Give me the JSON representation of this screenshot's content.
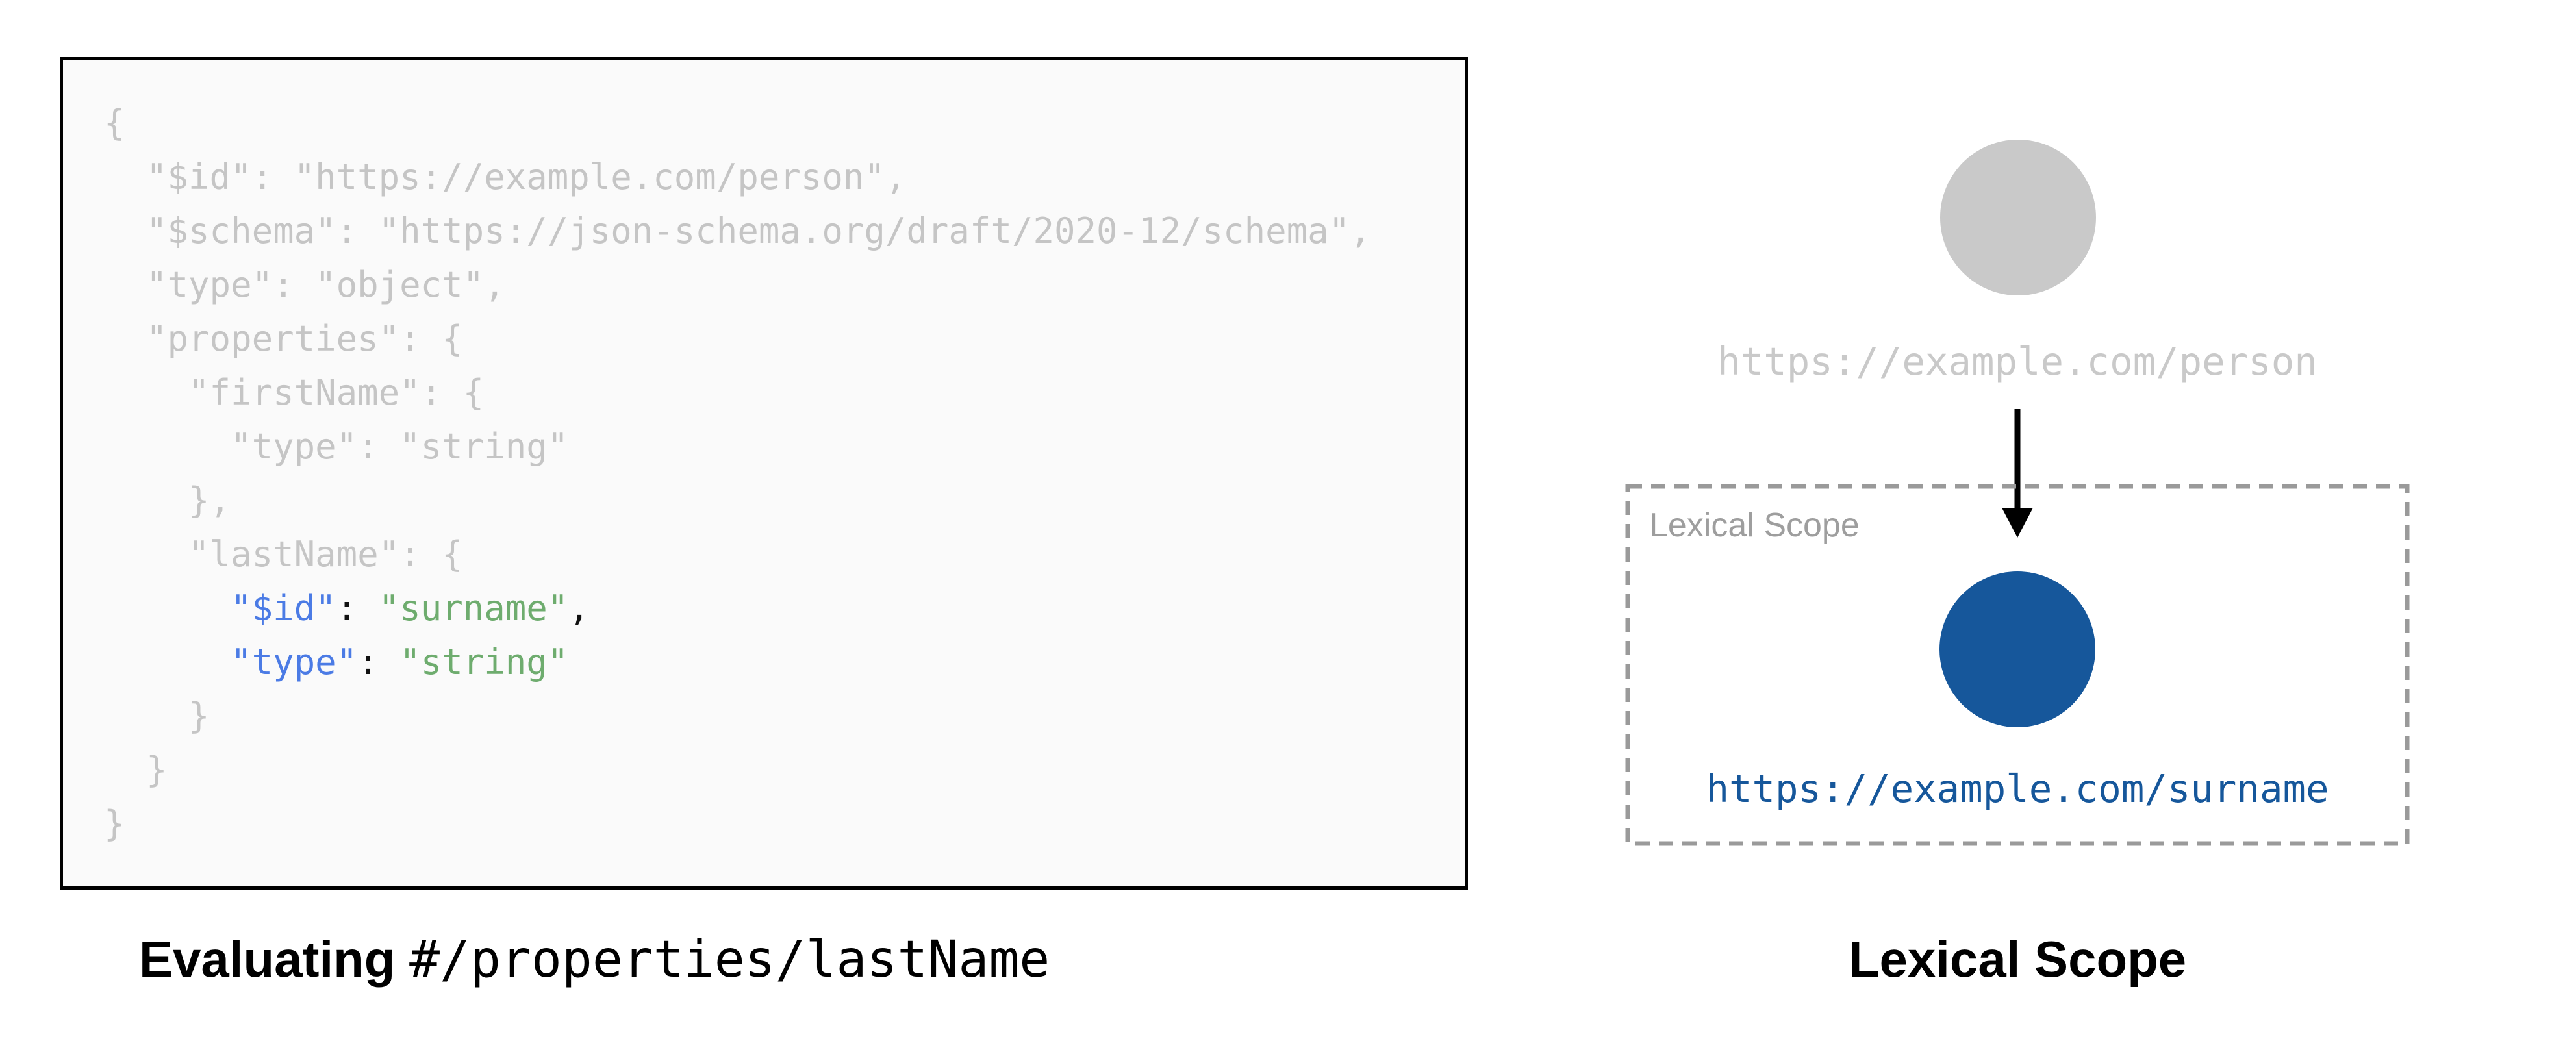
{
  "left_panel": {
    "caption": {
      "prefix": "Evaluating ",
      "path": "#/properties/lastName"
    },
    "code": {
      "lines": [
        [
          {
            "t": "{",
            "c": "g"
          }
        ],
        [
          {
            "t": "  \"$id\": \"https://example.com/person\",",
            "c": "g"
          }
        ],
        [
          {
            "t": "  \"$schema\": \"https://json-schema.org/draft/2020-12/schema\",",
            "c": "g"
          }
        ],
        [
          {
            "t": "  \"type\": \"object\",",
            "c": "g"
          }
        ],
        [
          {
            "t": "  \"properties\": {",
            "c": "g"
          }
        ],
        [
          {
            "t": "    \"firstName\": {",
            "c": "g"
          }
        ],
        [
          {
            "t": "      \"type\": \"string\"",
            "c": "g"
          }
        ],
        [
          {
            "t": "    },",
            "c": "g"
          }
        ],
        [
          {
            "t": "    \"lastName\": {",
            "c": "g"
          }
        ],
        [
          {
            "t": "      ",
            "c": "g"
          },
          {
            "t": "\"$id\"",
            "c": "b"
          },
          {
            "t": ": ",
            "c": "k"
          },
          {
            "t": "\"surname\"",
            "c": "gr"
          },
          {
            "t": ",",
            "c": "k"
          }
        ],
        [
          {
            "t": "      ",
            "c": "g"
          },
          {
            "t": "\"type\"",
            "c": "b"
          },
          {
            "t": ": ",
            "c": "k"
          },
          {
            "t": "\"string\"",
            "c": "gr"
          }
        ],
        [
          {
            "t": "    }",
            "c": "g"
          }
        ],
        [
          {
            "t": "  }",
            "c": "g"
          }
        ],
        [
          {
            "t": "}",
            "c": "g"
          }
        ]
      ]
    }
  },
  "right_panel": {
    "root_uri": "https://example.com/person",
    "scope_label": "Lexical Scope",
    "scoped_uri": "https://example.com/surname",
    "caption": "Lexical Scope"
  },
  "colors": {
    "code_dim_gray": "#c5c5c5",
    "key_blue": "#4b7be5",
    "string_green": "#6eac6e",
    "punctuation_black": "#111111",
    "root_circle_gray": "#c9c9c9",
    "scope_blue": "#16579b",
    "dashed_border_gray": "#9a9a9a",
    "scope_label_gray": "#9e9e9e",
    "code_box_background": "#fafafa",
    "code_box_border": "#000000"
  }
}
